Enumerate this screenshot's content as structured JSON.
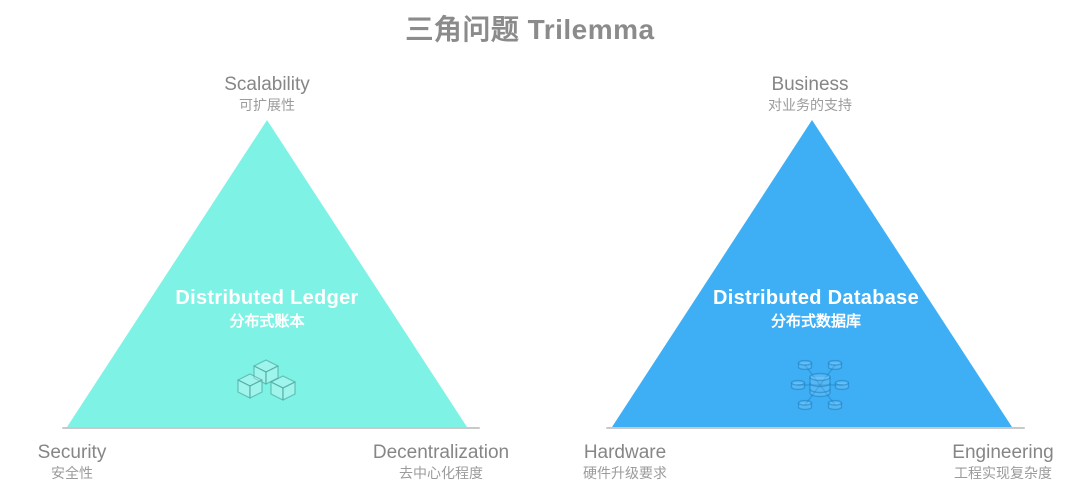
{
  "page_title": "三角问题 Trilemma",
  "colors": {
    "ledger_triangle": "#7ff2e6",
    "database_triangle": "#3eaff5",
    "label_gray": "#868686",
    "sublabel_gray": "#9b9b9b",
    "baseline_gray": "#c9c9c9",
    "center_text": "#ffffff"
  },
  "diagrams": [
    {
      "id": "distributed-ledger",
      "icon": "cubes-icon",
      "center": {
        "en": "Distributed Ledger",
        "zh": "分布式账本"
      },
      "vertices": {
        "top": {
          "en": "Scalability",
          "zh": "可扩展性"
        },
        "bottom_left": {
          "en": "Security",
          "zh": "安全性"
        },
        "bottom_right": {
          "en": "Decentralization",
          "zh": "去中心化程度"
        }
      }
    },
    {
      "id": "distributed-database",
      "icon": "database-cluster-icon",
      "center": {
        "en": "Distributed Database",
        "zh": "分布式数据库"
      },
      "vertices": {
        "top": {
          "en": "Business",
          "zh": "对业务的支持"
        },
        "bottom_left": {
          "en": "Hardware",
          "zh": "硬件升级要求"
        },
        "bottom_right": {
          "en": "Engineering",
          "zh": "工程实现复杂度"
        }
      }
    }
  ]
}
